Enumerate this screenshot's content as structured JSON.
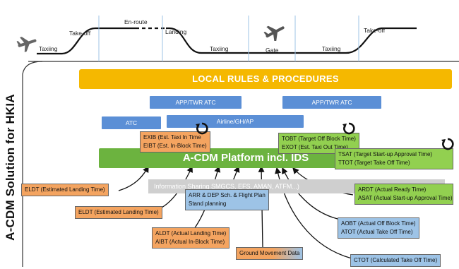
{
  "title": "A-CDM Solution for HKIA",
  "flight_phases": {
    "taxiing_1": "Taxiing",
    "take_off_1": "Take-off",
    "en_route": "En-route",
    "landing": "Landing",
    "taxiing_2": "Taxiing",
    "gate": "Gate",
    "taxiing_3": "Taxiing",
    "take_off_2": "Take-off"
  },
  "banner": "LOCAL RULES & PROCEDURES",
  "stakeholders": {
    "app_twr_atc_1": "APP/TWR ATC",
    "app_twr_atc_2": "APP/TWR ATC",
    "atc": "ATC",
    "airline_gh_ap": "Airline/GH/AP"
  },
  "platform": "A-CDM Platform incl. IDS",
  "info_strip": "Information Sharing                     SMGCS, EFS, AMAN, ATFM...)",
  "boxes": {
    "exib_eibt": [
      "EXIB (Est. Taxi In Time",
      "EIBT (Est. In-Block Time)"
    ],
    "tobt_exot": [
      "TOBT (Target Off Block Time)",
      "EXOT (Est. Taxi Out Time)"
    ],
    "tsat_ttot": [
      "TSAT (Target Start-up Approval Time)",
      "TTOT (Target Take Off Time)"
    ],
    "eldt_1": "ELDT (Estimated Landing Time)",
    "eldt_2": "ELDT (Estimated Landing Time)",
    "arr_dep": [
      "ARR & DEP Sch. & Flight Plan",
      "Stand planning"
    ],
    "ardt_asat": [
      "ARDT (Actual Ready Time)",
      "ASAT (Actual Start-up Approval Time)"
    ],
    "aobt_atot": [
      "AOBT (Actual Off Block Time)",
      "ATOT (Actual Take Off Time)"
    ],
    "aldt_aibt": [
      "ALDT (Actual Landing Time)",
      "AIBT (Actual In-Block Time)"
    ],
    "ground_movement": "Ground Movement Data",
    "ctot": "CTOT (Calculated Take Off Time)"
  },
  "icons": [
    "airplane-icon",
    "airplane-icon",
    "cycle-arrow-icon"
  ],
  "colors": {
    "banner": "#f5b800",
    "stakeholder_blue": "#5b8fd6",
    "platform_green": "#6cb33f",
    "info_grey": "#cfcfcf",
    "orange_box": "#f4a460",
    "green_box": "#92d050",
    "light_blue_box": "#9dc3e6"
  }
}
